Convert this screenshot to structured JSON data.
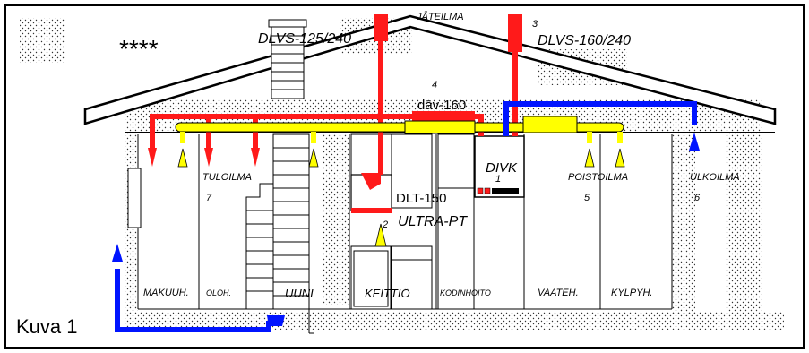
{
  "title_stars": "****",
  "caption": "Kuva 1",
  "units": {
    "dlvs_left": "DLVS-125/240",
    "dlvs_right": "DLVS-160/240",
    "jateilma": "JÄTEILMA",
    "jateilma_no": "3",
    "dav": "däv-160",
    "dav_no": "4",
    "divk": "DIVK",
    "divk_no": "1",
    "dlt": "DLT-150",
    "ultra": "ULTRA-PT",
    "ultra_no": "2"
  },
  "airflows": {
    "tuloilma": "TULOILMA",
    "tuloilma_no": "7",
    "poistoilma": "POISTOILMA",
    "poistoilma_no": "5",
    "ulkoilma": "ULKOILMA",
    "ulkoilma_no": "6"
  },
  "rooms": {
    "makuuh": "MAKUUH.",
    "oloh": "OLOH.",
    "uuni": "UUNI",
    "keittio": "KEITTIÖ",
    "kodinhoito": "KODINHOITO",
    "vaateh": "VAATEH.",
    "kylpyh": "KYLPYH."
  },
  "colors": {
    "supply_red": "#ff1a1a",
    "exhaust_yellow": "#ffff00",
    "outdoor_blue": "#0014ff",
    "line": "#000000"
  }
}
